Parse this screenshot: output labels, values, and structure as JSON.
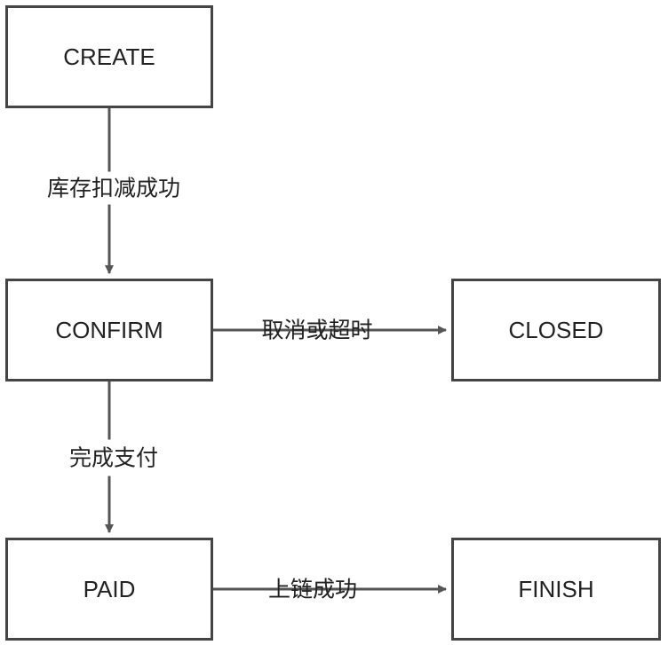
{
  "nodes": {
    "create": "CREATE",
    "confirm": "CONFIRM",
    "closed": "CLOSED",
    "paid": "PAID",
    "finish": "FINISH"
  },
  "edges": {
    "create_confirm": "库存扣减成功",
    "confirm_closed": "取消或超时",
    "confirm_paid": "完成支付",
    "paid_finish": "上链成功"
  },
  "colors": {
    "stroke": "#454545",
    "arrow": "#555555",
    "text": "#222222",
    "background": "#ffffff"
  }
}
